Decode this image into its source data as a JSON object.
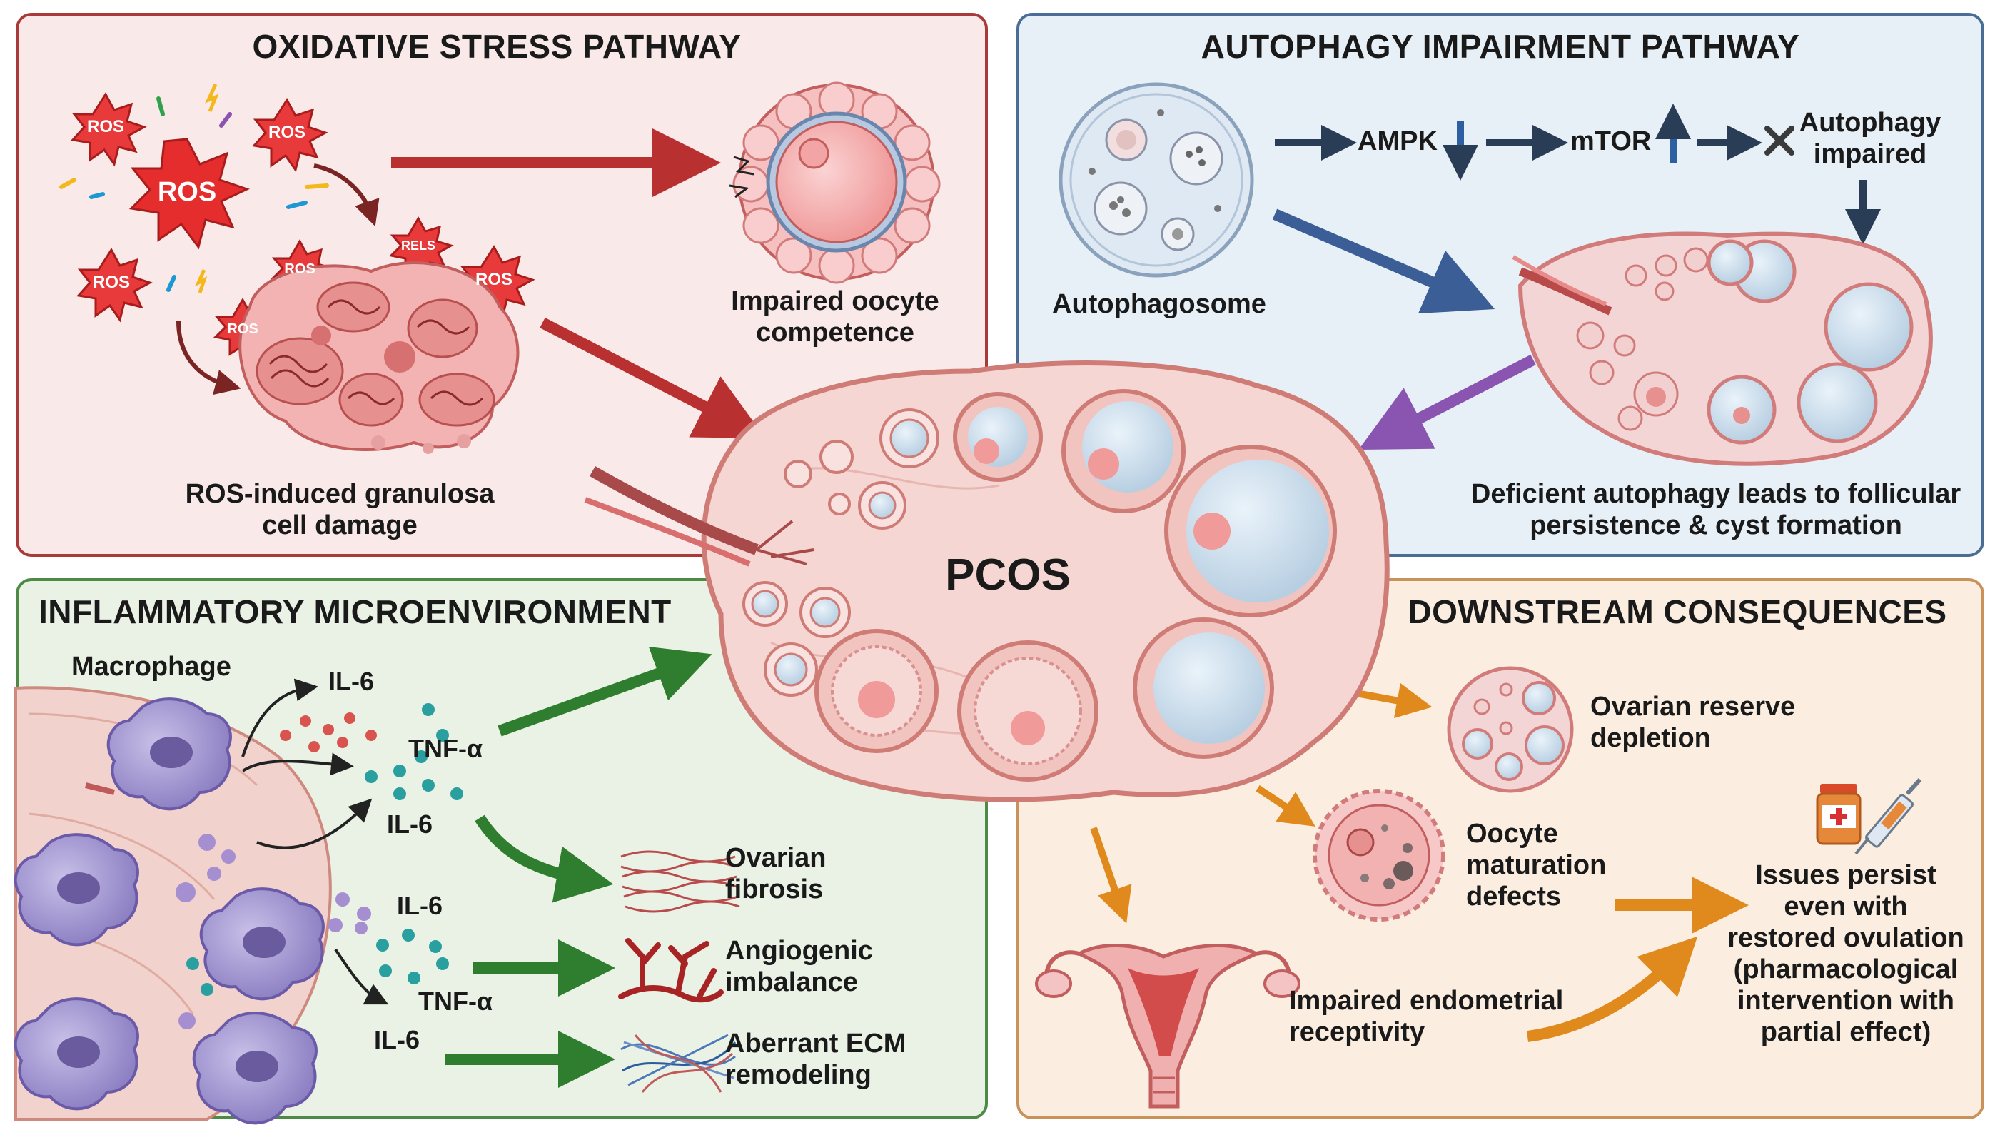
{
  "panels": {
    "oxidative": {
      "title": "OXIDATIVE STRESS PATHWAY",
      "ros_badges": [
        "ROS",
        "ROS",
        "ROS",
        "ROS",
        "ROS",
        "RELS",
        "ROS",
        "ROS"
      ],
      "caption_damage": "ROS-induced granulosa\ncell damage",
      "caption_oocyte": "Impaired oocyte\ncompetence",
      "color": "#a83a3a"
    },
    "autophagy": {
      "title": "AUTOPHAGY IMPAIRMENT PATHWAY",
      "autophagosome": "Autophagosome",
      "ampk": "AMPK",
      "mtor": "mTOR",
      "impaired": "Autophagy\nimpaired",
      "caption": "Deficient autophagy leads to follicular\npersistence & cyst formation",
      "color": "#4b6d95"
    },
    "inflammatory": {
      "title": "INFLAMMATORY MICROENVIRONMENT",
      "macrophage": "Macrophage",
      "cytokines": [
        "IL-6",
        "TNF-α",
        "IL-6",
        "IL-6",
        "TNF-α",
        "IL-6"
      ],
      "outcomes": [
        "Ovarian\nfibrosis",
        "Angiogenic\nimbalance",
        "Aberrant ECM\nremodeling"
      ],
      "color": "#4d8a45"
    },
    "downstream": {
      "title": "DOWNSTREAM CONSEQUENCES",
      "reserve": "Ovarian reserve\ndepletion",
      "maturation": "Oocyte\nmaturation\ndefects",
      "endometrial": "Impaired endometrial\nreceptivity",
      "persist": "Issues persist\neven with\nrestored ovulation\n(pharmacological\nintervention with\npartial effect)",
      "color": "#c9925a"
    }
  },
  "center": {
    "label": "PCOS"
  },
  "icons": [
    "ros-burst-icon",
    "oocyte-icon",
    "granulosa-cell-icon",
    "autophagosome-icon",
    "down-arrow-icon",
    "up-arrow-icon",
    "cross-icon",
    "ovary-icon",
    "macrophage-icon",
    "fibrosis-icon",
    "vessel-icon",
    "ecm-icon",
    "uterus-icon",
    "medicine-vial-icon",
    "syringe-icon"
  ]
}
